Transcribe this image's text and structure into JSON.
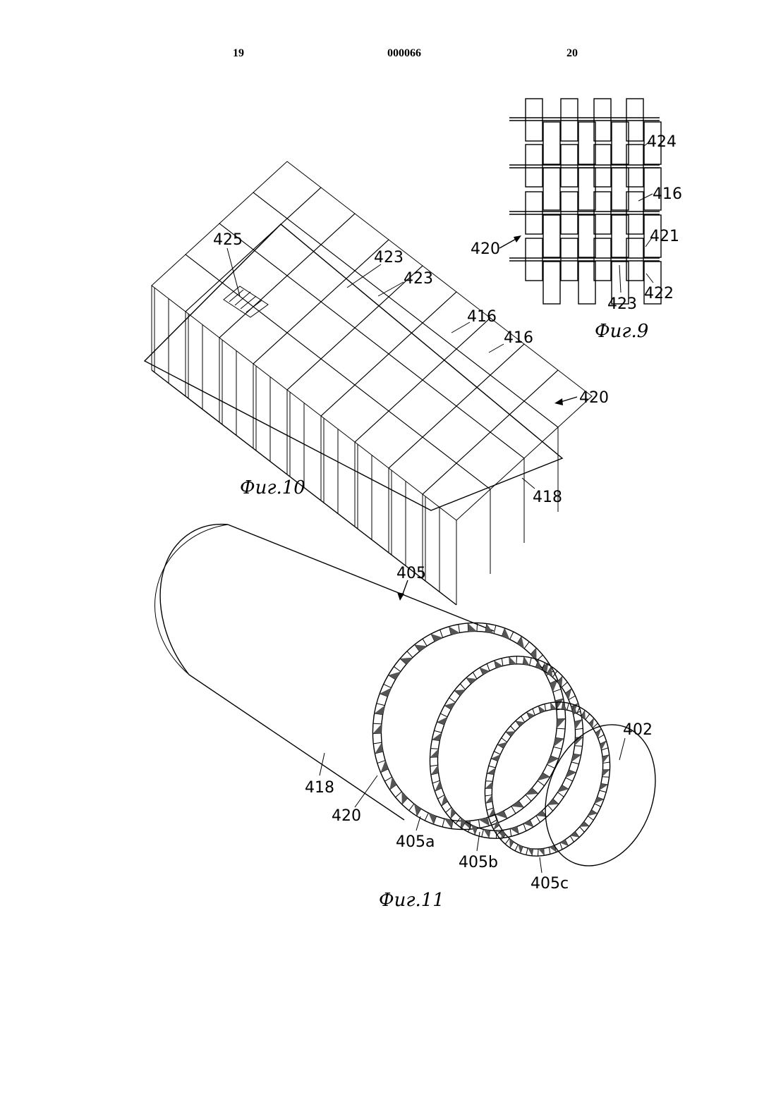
{
  "header": {
    "page_left": "19",
    "doc_number": "000066",
    "page_right": "20"
  },
  "fig9": {
    "caption": "Фиг.9",
    "labels": {
      "l424": "424",
      "l416": "416",
      "l421": "421",
      "l420": "420",
      "l423": "423",
      "l422": "422"
    }
  },
  "fig10": {
    "caption": "Фиг.10",
    "labels": {
      "l425": "425",
      "l423a": "423",
      "l423b": "423",
      "l416a": "416",
      "l416b": "416",
      "l420": "420",
      "l418": "418"
    }
  },
  "fig11": {
    "caption": "Фиг.11",
    "labels": {
      "l405": "405",
      "l402": "402",
      "l418": "418",
      "l420": "420",
      "l405a": "405a",
      "l405b": "405b",
      "l405c": "405c"
    }
  }
}
